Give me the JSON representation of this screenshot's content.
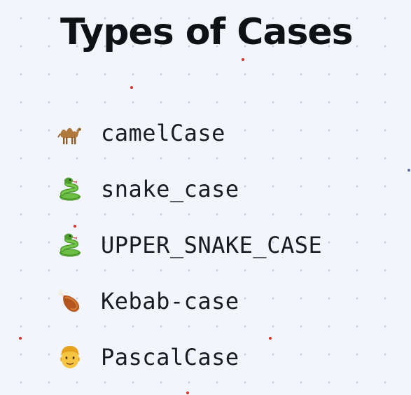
{
  "title": "Types of Cases",
  "cases": [
    {
      "label": "camelCase",
      "icon": "camel-icon"
    },
    {
      "label": "snake_case",
      "icon": "snake-icon"
    },
    {
      "label": "UPPER_SNAKE_CASE",
      "icon": "snake-icon"
    },
    {
      "label": "Kebab-case",
      "icon": "drumstick-icon"
    },
    {
      "label": "PascalCase",
      "icon": "person-face-icon"
    }
  ],
  "colors": {
    "background": "#f2f5fb",
    "grid_dot": "#c6ccd9",
    "accent_dot": "#e0302a",
    "text": "#1a1b1f"
  }
}
